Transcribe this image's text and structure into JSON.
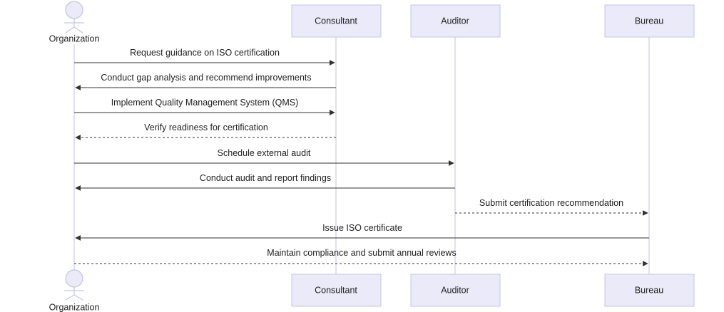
{
  "participants": [
    {
      "id": "org",
      "label": "Organization",
      "kind": "actor"
    },
    {
      "id": "con",
      "label": "Consultant",
      "kind": "participant"
    },
    {
      "id": "aud",
      "label": "Auditor",
      "kind": "participant"
    },
    {
      "id": "bur",
      "label": "Bureau",
      "kind": "participant"
    }
  ],
  "messages": [
    {
      "from": "org",
      "to": "con",
      "text": "Request guidance on ISO certification",
      "style": "solid"
    },
    {
      "from": "con",
      "to": "org",
      "text": "Conduct gap analysis and recommend improvements",
      "style": "solid"
    },
    {
      "from": "org",
      "to": "con",
      "text": "Implement Quality Management System (QMS)",
      "style": "solid"
    },
    {
      "from": "con",
      "to": "org",
      "text": "Verify readiness for certification",
      "style": "dashed"
    },
    {
      "from": "org",
      "to": "aud",
      "text": "Schedule external audit",
      "style": "solid"
    },
    {
      "from": "aud",
      "to": "org",
      "text": "Conduct audit and report findings",
      "style": "solid"
    },
    {
      "from": "aud",
      "to": "bur",
      "text": "Submit certification recommendation",
      "style": "dashed"
    },
    {
      "from": "bur",
      "to": "org",
      "text": "Issue ISO certificate",
      "style": "solid"
    },
    {
      "from": "org",
      "to": "bur",
      "text": "Maintain compliance and submit annual reviews",
      "style": "dashed"
    }
  ]
}
